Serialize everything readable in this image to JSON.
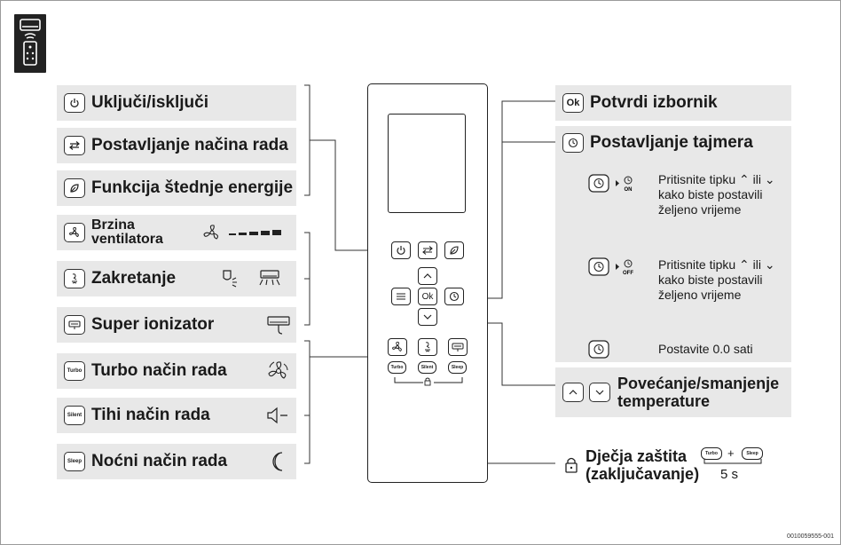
{
  "left_items": [
    {
      "label": "Uključi/isključi",
      "icon": "power-icon"
    },
    {
      "label": "Postavljanje načina rada",
      "icon": "mode-icon"
    },
    {
      "label": "Funkcija štednje energije",
      "icon": "leaf-icon"
    },
    {
      "label": "Brzina ventilatora",
      "icon": "fan-icon"
    },
    {
      "label": "Zakretanje",
      "icon": "swing-icon"
    },
    {
      "label": "Super ionizator",
      "icon": "ionizer-icon"
    },
    {
      "label": "Turbo način rada",
      "icon": "turbo-icon",
      "key": "Turbo"
    },
    {
      "label": "Tihi način rada",
      "icon": "silent-icon",
      "key": "Silent"
    },
    {
      "label": "Noćni način rada",
      "icon": "sleep-icon",
      "key": "Sleep"
    }
  ],
  "right": {
    "ok": {
      "key": "Ok",
      "label": "Potvrdi izbornik"
    },
    "timer": {
      "label": "Postavljanje tajmera",
      "rows": [
        {
          "tag": "ON",
          "text": "Pritisnite tipku ⌃ ili ⌄ kako biste postavili željeno vrijeme"
        },
        {
          "tag": "OFF",
          "text": "Pritisnite tipku ⌃ ili ⌄ kako biste postavili željeno vrijeme"
        },
        {
          "tag": "",
          "text": "Postavite 0.0 sati"
        }
      ]
    },
    "temp": {
      "label": "Povećanje/smanjenje temperature"
    },
    "lock": {
      "label": "Dječja zaštita (zaključavanje)",
      "combo_a": "Turbo",
      "plus": "+",
      "combo_b": "Sleep",
      "duration": "5 s"
    }
  },
  "remote": {
    "ok_key": "Ok",
    "keys": [
      "Turbo",
      "Silent",
      "Sleep"
    ]
  },
  "doc_id": "0010059555-001"
}
